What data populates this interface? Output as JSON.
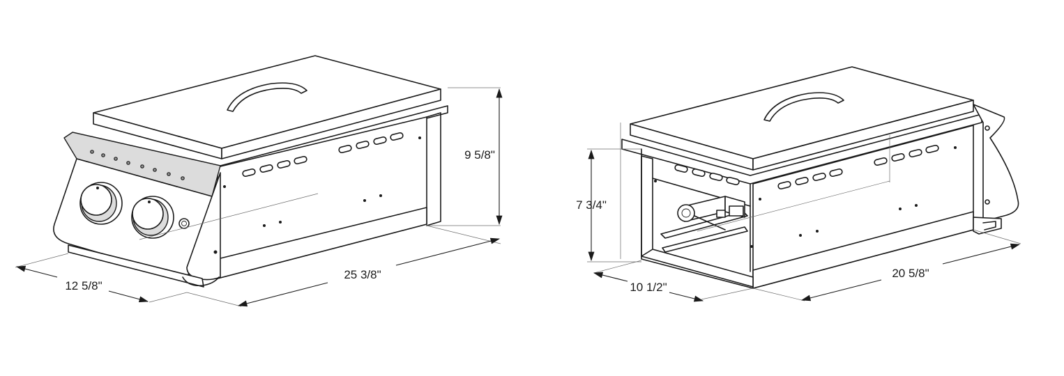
{
  "dimensions": {
    "left_height": "9 5/8\"",
    "left_depth": "12 5/8\"",
    "left_width": "25 3/8\"",
    "right_height": "7 3/4\"",
    "right_depth": "10 1/2\"",
    "right_width": "20 5/8\""
  }
}
